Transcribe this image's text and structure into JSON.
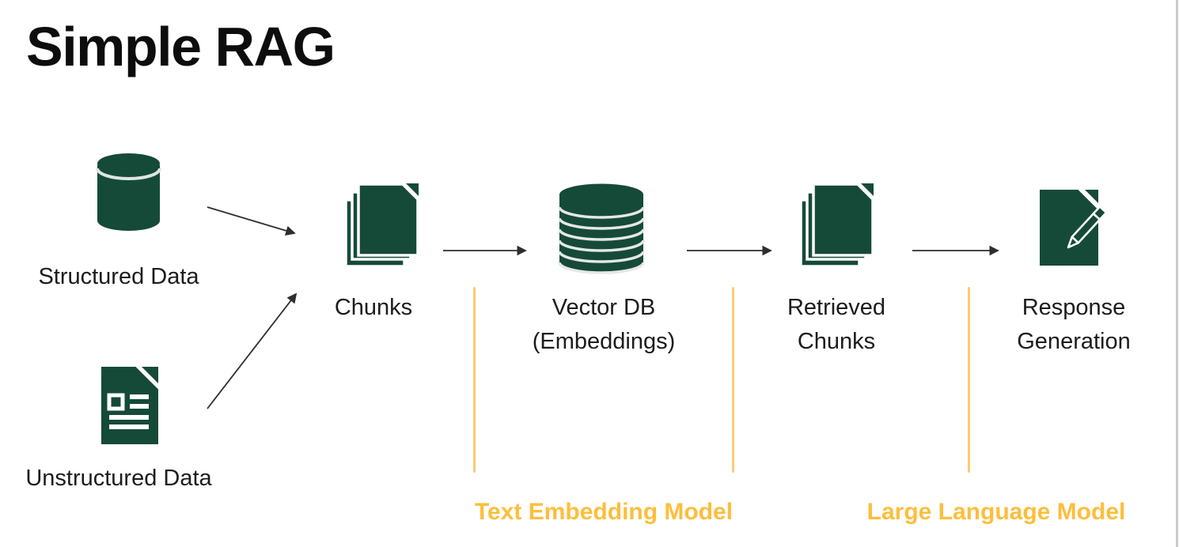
{
  "title": "Simple RAG",
  "nodes": {
    "structured": {
      "label": "Structured Data",
      "icon": "database-cylinder-icon"
    },
    "unstructured": {
      "label": "Unstructured Data",
      "icon": "document-icon"
    },
    "chunks": {
      "label": "Chunks",
      "icon": "stacked-documents-icon"
    },
    "vectordb": {
      "label_line1": "Vector DB",
      "label_line2": "(Embeddings)",
      "icon": "disk-stack-icon"
    },
    "retrieved": {
      "label_line1": "Retrieved",
      "label_line2": "Chunks",
      "icon": "stacked-documents-icon"
    },
    "response": {
      "label_line1": "Response",
      "label_line2": "Generation",
      "icon": "document-pencil-icon"
    }
  },
  "annotations": {
    "embedding_model": "Text Embedding Model",
    "llm": "Large Language Model"
  },
  "colors": {
    "icon_green": "#164A38",
    "annotation_yellow": "#FDBE3C",
    "divider_yellow": "#F8CE74",
    "arrow": "#2E2E2E"
  }
}
